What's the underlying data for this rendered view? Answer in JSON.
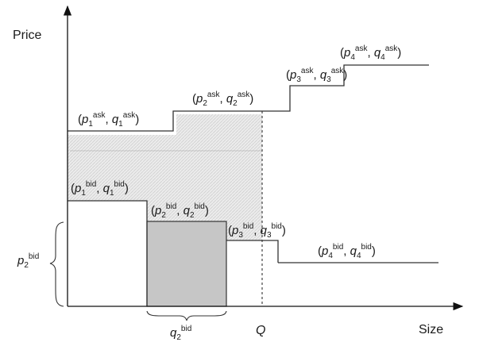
{
  "axes": {
    "y_label": "Price",
    "x_label": "Size",
    "q_marker": "Q"
  },
  "ask_levels": [
    {
      "p": "p",
      "q": "q",
      "index": "1",
      "side": "ask"
    },
    {
      "p": "p",
      "q": "q",
      "index": "2",
      "side": "ask"
    },
    {
      "p": "p",
      "q": "q",
      "index": "3",
      "side": "ask"
    },
    {
      "p": "p",
      "q": "q",
      "index": "4",
      "side": "ask"
    }
  ],
  "bid_levels": [
    {
      "p": "p",
      "q": "q",
      "index": "1",
      "side": "bid"
    },
    {
      "p": "p",
      "q": "q",
      "index": "2",
      "side": "bid"
    },
    {
      "p": "p",
      "q": "q",
      "index": "3",
      "side": "bid"
    },
    {
      "p": "p",
      "q": "q",
      "index": "4",
      "side": "bid"
    }
  ],
  "brace_labels": {
    "price": {
      "sym": "p",
      "index": "2",
      "side": "bid"
    },
    "size": {
      "sym": "q",
      "index": "2",
      "side": "bid"
    }
  },
  "colors": {
    "shaded_box": "#c4c4c4",
    "hatched_area": "#e6e6e6",
    "line": "#333333"
  }
}
